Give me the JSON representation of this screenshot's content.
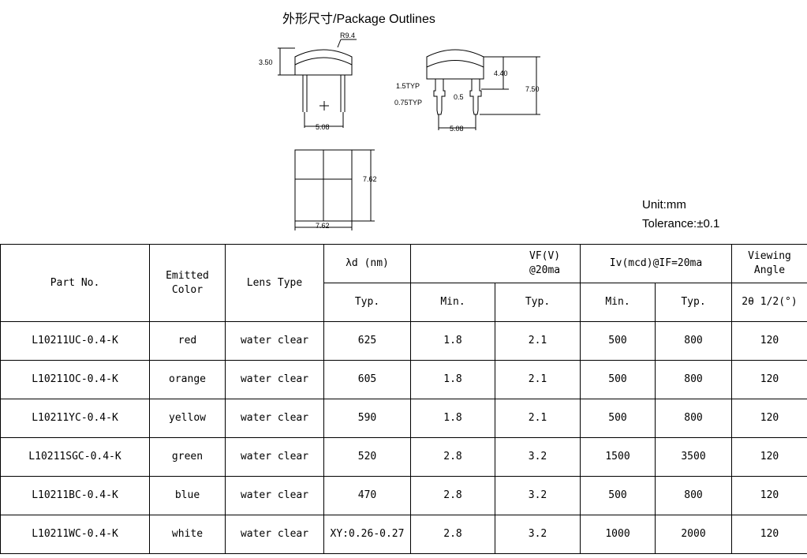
{
  "title": "外形尺寸/Package Outlines",
  "drawing": {
    "r": "R9.4",
    "h1": "3.50",
    "pitch1": "5.08",
    "typ1": "1.5TYP",
    "typ2": "0.75TYP",
    "d05": "0.5",
    "h2": "4.40",
    "h3": "7.50",
    "pitch2": "5.08",
    "w": "7.62",
    "l": "7.62"
  },
  "unit": "Unit:mm",
  "tolerance": "Tolerance:±0.1",
  "table": {
    "headers": {
      "part": "Part No.",
      "color": "Emitted Color",
      "lens": "Lens Type",
      "wl": "λd (nm)",
      "vf": "VF(V) @20ma",
      "iv": "Iv(mcd)@IF=20ma",
      "angle": "Viewing Angle",
      "typ": "Typ.",
      "min": "Min.",
      "angle_sub": "2θ 1/2(°)"
    },
    "rows": [
      [
        "L10211UC-0.4-K",
        "red",
        "water clear",
        "625",
        "1.8",
        "2.1",
        "500",
        "800",
        "120"
      ],
      [
        "L10211OC-0.4-K",
        "orange",
        "water clear",
        "605",
        "1.8",
        "2.1",
        "500",
        "800",
        "120"
      ],
      [
        "L10211YC-0.4-K",
        "yellow",
        "water clear",
        "590",
        "1.8",
        "2.1",
        "500",
        "800",
        "120"
      ],
      [
        "L10211SGC-0.4-K",
        "green",
        "water clear",
        "520",
        "2.8",
        "3.2",
        "1500",
        "3500",
        "120"
      ],
      [
        "L10211BC-0.4-K",
        "blue",
        "water clear",
        "470",
        "2.8",
        "3.2",
        "500",
        "800",
        "120"
      ],
      [
        "L10211WC-0.4-K",
        "white",
        "water clear",
        "XY:0.26-0.27",
        "2.8",
        "3.2",
        "1000",
        "2000",
        "120"
      ]
    ]
  }
}
